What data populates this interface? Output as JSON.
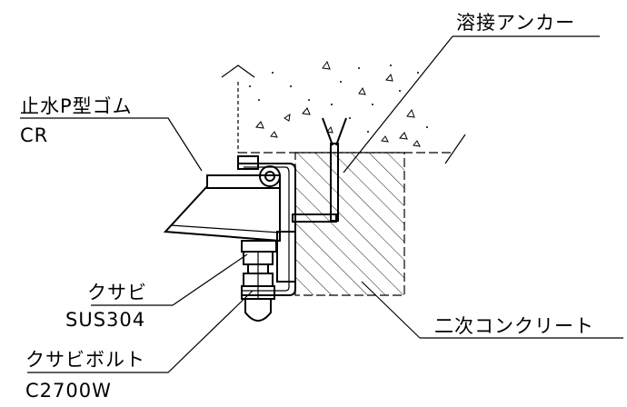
{
  "labels": {
    "anchor": "溶接アンカー",
    "rubber_name": "止水P型ゴム",
    "rubber_material": "CR",
    "wedge_name": "クサビ",
    "wedge_material": "SUS304",
    "bolt_name": "クサビボルト",
    "bolt_material": "C2700W",
    "concrete": "二次コンクリート"
  }
}
